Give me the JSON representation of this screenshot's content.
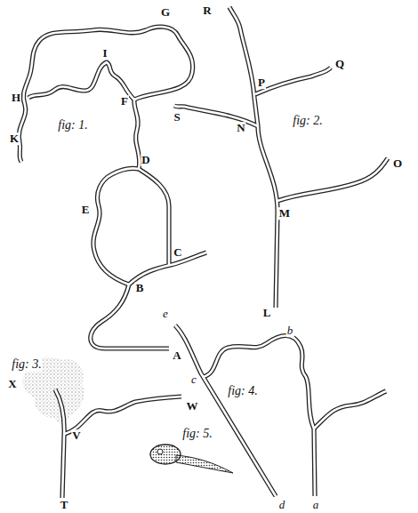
{
  "diagram": {
    "labels": [
      "G",
      "R",
      "I",
      "H",
      "Q",
      "F",
      "P",
      "S",
      "N",
      "fig: 1.",
      "fig: 2.",
      "K",
      "D",
      "M",
      "O",
      "E",
      "C",
      "B",
      "L",
      "e",
      "A",
      "b",
      "fig: 3.",
      "X",
      "c",
      "fig: 4.",
      "W",
      "V",
      "fig: 5.",
      "T",
      "d",
      "a"
    ]
  }
}
